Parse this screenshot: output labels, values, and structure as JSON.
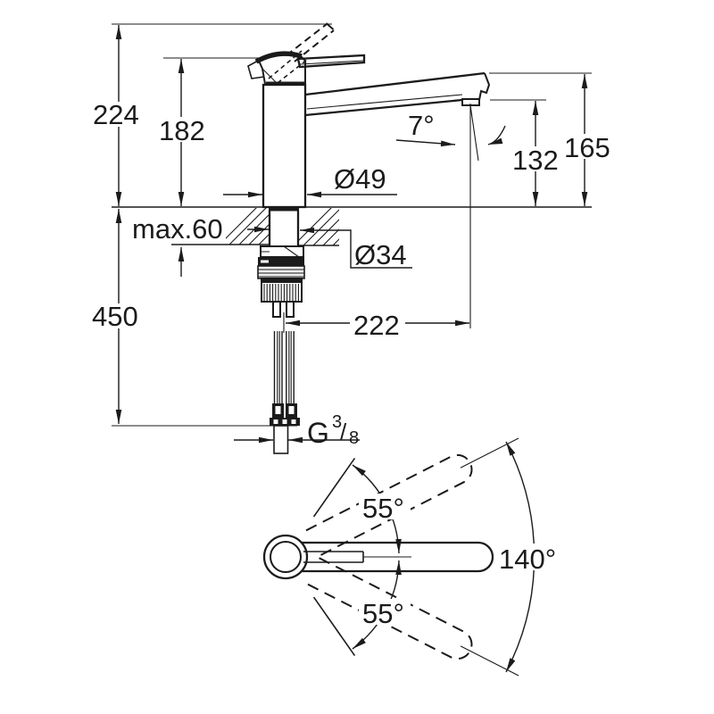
{
  "meta": {
    "background_color": "#ffffff",
    "line_color": "#1b1b1b",
    "drawing_type": "faucet installation dimension drawing"
  },
  "side_view": {
    "dims": {
      "total_height": "224",
      "body_height": "182",
      "spout_end_height": "165",
      "outlet_height": "132",
      "outlet_angle": "7°",
      "body_diameter": "Ø49",
      "max_deck_thickness": "max.60",
      "hole_diameter": "Ø34",
      "hose_length": "450",
      "spout_reach": "222",
      "thread_prefix": "G",
      "thread_numerator": "3",
      "thread_slash": "/",
      "thread_denominator": "8"
    }
  },
  "top_view": {
    "dims": {
      "swivel_upper": "55°",
      "swivel_lower": "55°",
      "swivel_total": "140°"
    }
  }
}
